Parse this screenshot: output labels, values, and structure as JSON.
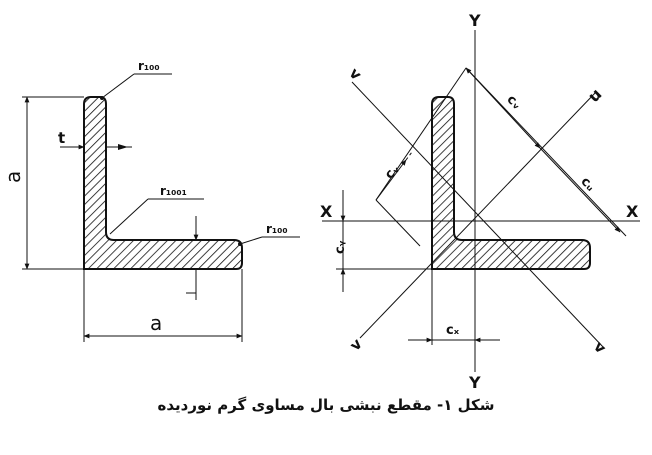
{
  "left_figure": {
    "dim_height_label": "a",
    "dim_width_label": "a",
    "dim_thickness_label": "t",
    "radius_toe_top_label": "r₁₀₀",
    "radius_root_label": "r₁₀₀₁",
    "radius_toe_right_label": "r₁₀₀"
  },
  "right_figure": {
    "axis_y_top": "Y",
    "axis_y_bottom": "Y",
    "axis_x_left": "X",
    "axis_x_right": "X",
    "axis_u": "u",
    "axis_v_top": "v",
    "axis_v_bottom": "v",
    "axis_v_lower_right": "v",
    "dist_cy_label": "cᵧ",
    "dist_cx_label": "cₓ",
    "dist_cu_label": "cᵤ",
    "dist_cv_upper": "cᵥ",
    "dist_cv_left": "cᵥ"
  },
  "caption": "شکل ۱- مقطع نبشی بال مساوی گرم نوردیده"
}
